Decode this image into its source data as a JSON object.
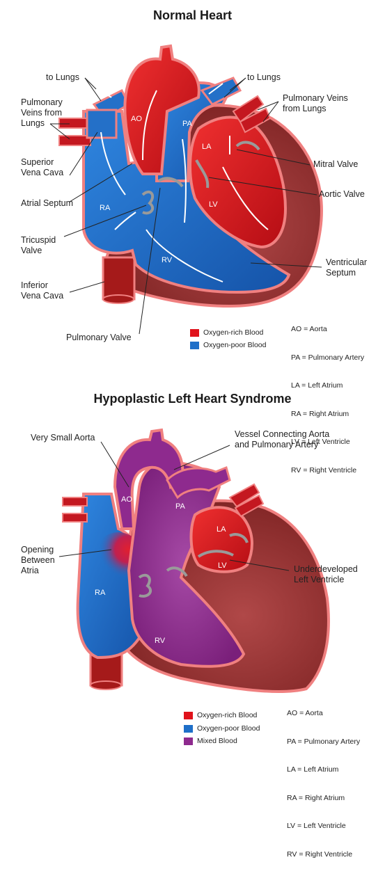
{
  "colors": {
    "oxygen_rich": "#e0121b",
    "oxygen_poor": "#1e6fc8",
    "mixed": "#8e2a8e",
    "muscle": "#8a2a2a",
    "outline": "#f08080"
  },
  "normal": {
    "title": "Normal Heart",
    "labels": {
      "to_lungs_left": "to Lungs",
      "to_lungs_right": "to Lungs",
      "pulm_veins_left": "Pulmonary\nVeins from\nLungs",
      "pulm_veins_right": "Pulmonary Veins\nfrom Lungs",
      "svc": "Superior\nVena Cava",
      "atrial_septum": "Atrial Septum",
      "tricuspid": "Tricuspid\nValve",
      "ivc": "Inferior\nVena Cava",
      "pulm_valve": "Pulmonary Valve",
      "mitral": "Mitral Valve",
      "aortic": "Aortic Valve",
      "vent_septum": "Ventricular\nSeptum"
    },
    "chambers": {
      "ao": "AO",
      "pa": "PA",
      "la": "LA",
      "lv": "LV",
      "ra": "RA",
      "rv": "RV"
    },
    "legend": [
      {
        "label": "Oxygen-rich Blood",
        "color": "#e0121b"
      },
      {
        "label": "Oxygen-poor Blood",
        "color": "#1e6fc8"
      }
    ],
    "abbreviations": [
      "AO = Aorta",
      "PA = Pulmonary Artery",
      "LA = Left Atrium",
      "RA = Right Atrium",
      "LV = Left Ventricle",
      "RV = Right Ventricle"
    ]
  },
  "hlhs": {
    "title": "Hypoplastic Left Heart Syndrome",
    "labels": {
      "small_aorta": "Very Small Aorta",
      "vessel": "Vessel Connecting Aorta\nand Pulmonary Artery",
      "opening": "Opening\nBetween\nAtria",
      "underdeveloped": "Underdeveloped\nLeft Ventricle"
    },
    "chambers": {
      "ao": "AO",
      "pa": "PA",
      "la": "LA",
      "lv": "LV",
      "ra": "RA",
      "rv": "RV"
    },
    "legend": [
      {
        "label": "Oxygen-rich Blood",
        "color": "#e0121b"
      },
      {
        "label": "Oxygen-poor Blood",
        "color": "#1e6fc8"
      },
      {
        "label": "Mixed Blood",
        "color": "#8e2a8e"
      }
    ],
    "abbreviations": [
      "AO = Aorta",
      "PA = Pulmonary Artery",
      "LA = Left Atrium",
      "RA = Right Atrium",
      "LV = Left Ventricle",
      "RV = Right Ventricle"
    ]
  }
}
